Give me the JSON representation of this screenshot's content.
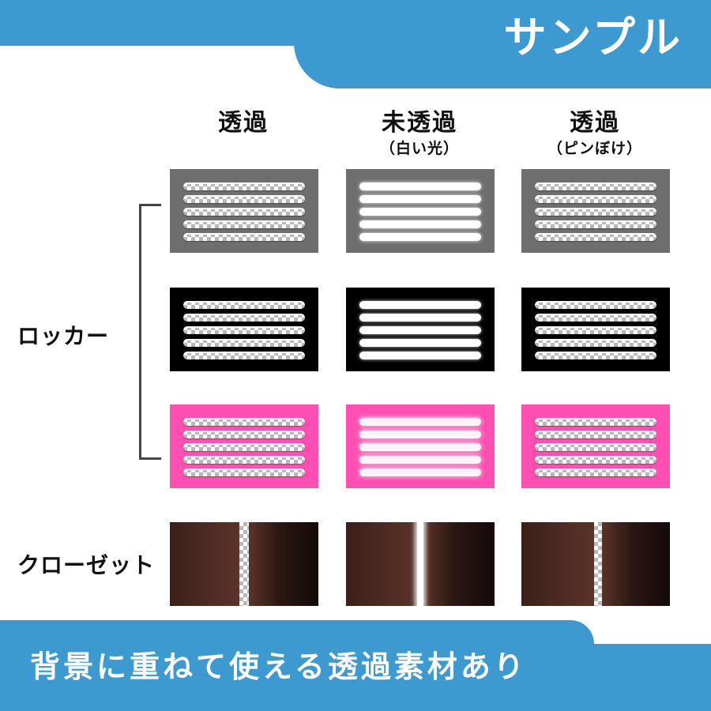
{
  "header": {
    "title": "サンプル"
  },
  "columns": [
    {
      "main": "透過",
      "sub": ""
    },
    {
      "main": "未透過",
      "sub": "（白い光）"
    },
    {
      "main": "透過",
      "sub": "（ピンぼけ）"
    }
  ],
  "rows": {
    "locker": {
      "label": "ロッカー"
    },
    "closet": {
      "label": "クローゼット"
    }
  },
  "footer": {
    "text": "背景に重ねて使える透過素材あり"
  },
  "colors": {
    "banner": "#3d9ad1",
    "tile_gray": "#6e6e6e",
    "tile_black": "#000000",
    "tile_pink": "#ff4fb3",
    "closet_wood": "#4a2a22"
  }
}
